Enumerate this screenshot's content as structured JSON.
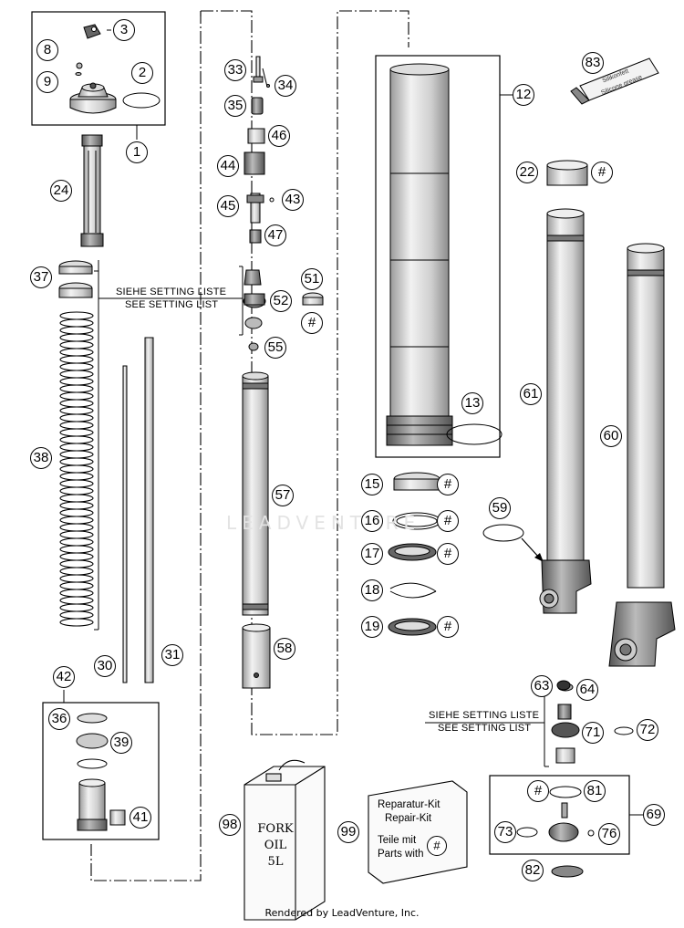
{
  "callouts": {
    "c1": "1",
    "c2": "2",
    "c3": "3",
    "c8": "8",
    "c9": "9",
    "c12": "12",
    "c13": "13",
    "c15": "15",
    "c16": "16",
    "c17": "17",
    "c18": "18",
    "c19": "19",
    "c22": "22",
    "c24": "24",
    "c30": "30",
    "c31": "31",
    "c33": "33",
    "c34": "34",
    "c35": "35",
    "c36": "36",
    "c37": "37",
    "c38": "38",
    "c39": "39",
    "c41": "41",
    "c42": "42",
    "c43": "43",
    "c44": "44",
    "c45": "45",
    "c46": "46",
    "c47": "47",
    "c51": "51",
    "c52": "52",
    "c55": "55",
    "c57": "57",
    "c58": "58",
    "c59": "59",
    "c60": "60",
    "c61": "61",
    "c63": "63",
    "c64": "64",
    "c69": "69",
    "c71": "71",
    "c72": "72",
    "c73": "73",
    "c76": "76",
    "c81": "81",
    "c82": "82",
    "c83": "83",
    "c98": "98",
    "c99": "99",
    "hash": "#"
  },
  "setting_note": {
    "line1": "SIEHE SETTING LISTE",
    "line2": "SEE SETTING LIST"
  },
  "repair_kit": {
    "line1": "Reparatur-Kit",
    "line2": "Repair-Kit",
    "line3": "Teile mit",
    "line4": "Parts with"
  },
  "fork_oil": {
    "line1": "FORK",
    "line2": "OIL",
    "line3": "5L"
  },
  "tube_label": {
    "line1": "Silikonfett",
    "line2": "Silicone grease"
  },
  "watermark": "LEADVENTURE",
  "footer": "Rendered by LeadVenture, Inc.",
  "colors": {
    "line": "#000000",
    "part_fill": "#d9d9d9",
    "part_dark": "#8a8a8a",
    "watermark": "#e3e3e3"
  }
}
